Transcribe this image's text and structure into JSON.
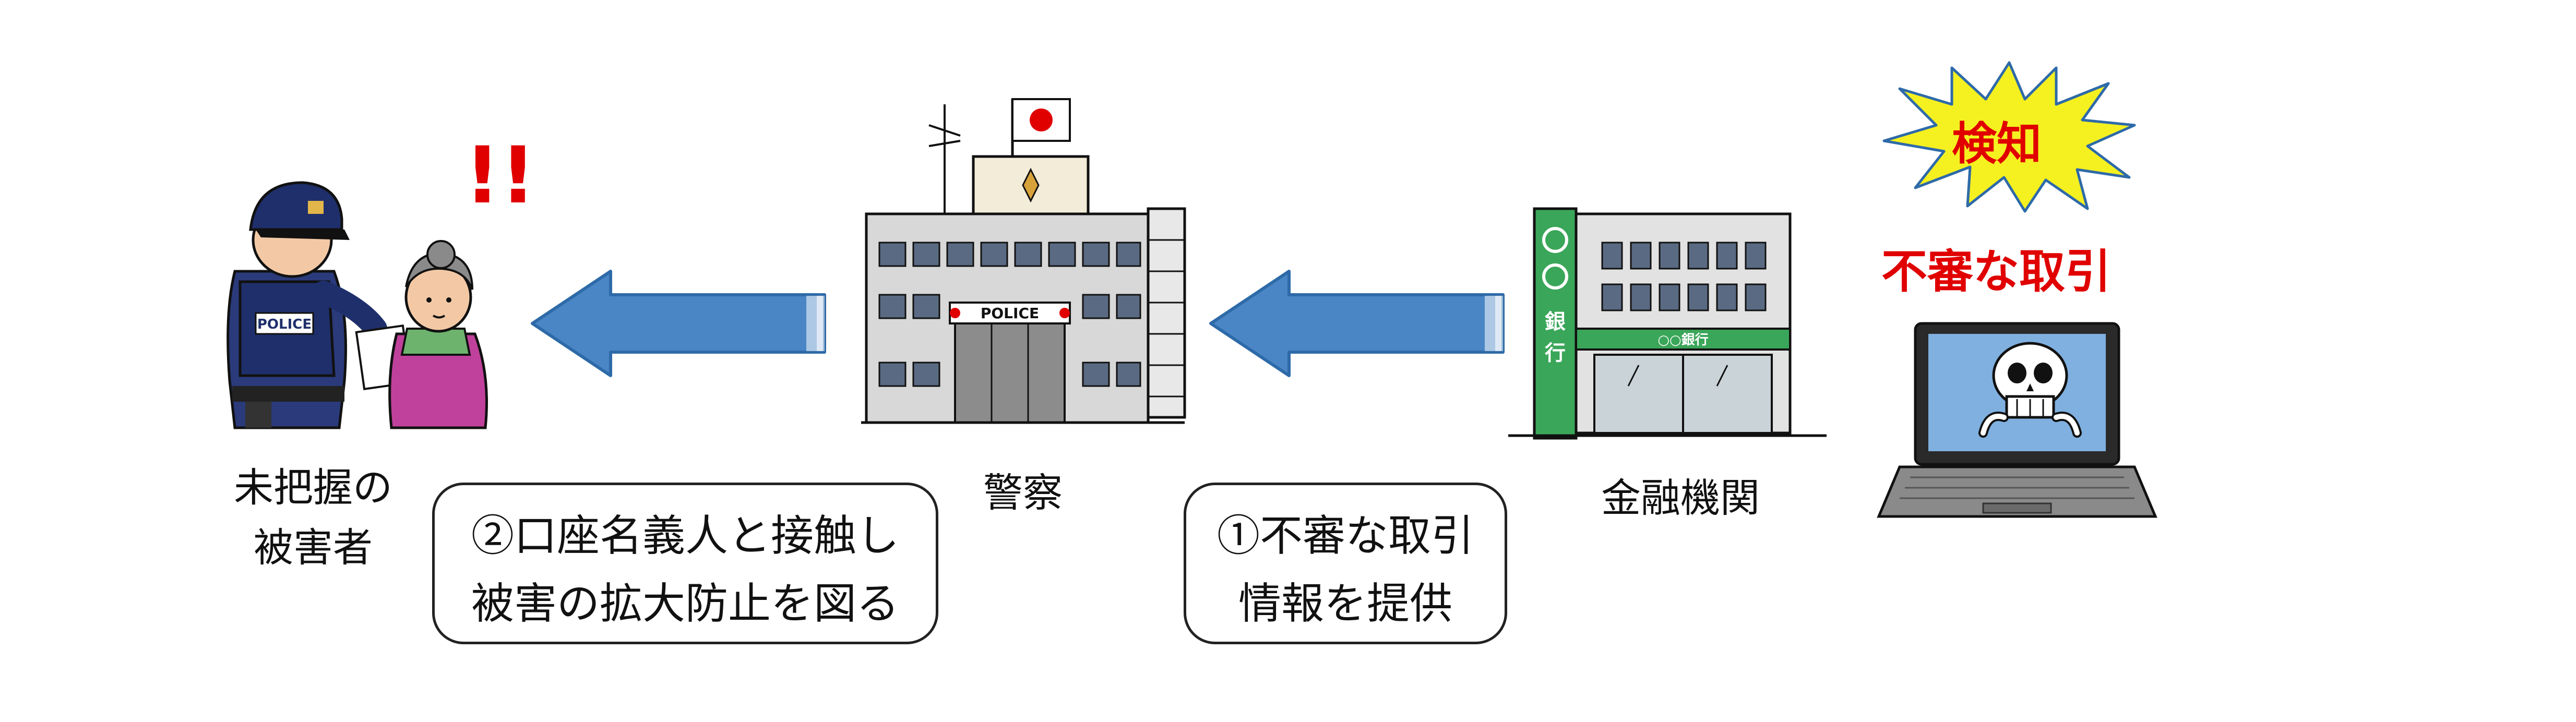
{
  "labels": {
    "victim_line1": "未把握の",
    "victim_line2": "被害者",
    "police": "警察",
    "bank": "金融機関"
  },
  "box_left": {
    "line1": "②口座名義人と接触し",
    "line2": "被害の拡大防止を図る"
  },
  "box_right": {
    "line1": "①不審な取引",
    "line2": "情報を提供"
  },
  "alert": {
    "burst_text": "検知",
    "suspicious_text": "不審な取引",
    "exclamation": "!!"
  },
  "illustration_text": {
    "police_badge": "POLICE",
    "police_vest": "POLICE",
    "bank_sign_1": "○",
    "bank_sign_2": "○",
    "bank_sign_3": "銀",
    "bank_sign_4": "行",
    "bank_name": "○○銀行"
  },
  "colors": {
    "arrow_fill": "#4a86c5",
    "arrow_edge": "#2e6aa8",
    "alert_red": "#e00000",
    "burst_yellow": "#f5f020",
    "bank_green": "#3aa659",
    "police_navy": "#1f2f6b"
  },
  "icons": {
    "left_arrow": "left-arrow-icon",
    "right_arrow": "left-arrow-icon",
    "burst": "starburst-icon",
    "laptop": "laptop-skull-icon",
    "police_station": "police-station-icon",
    "bank": "bank-building-icon",
    "officer": "police-officer-icon"
  }
}
